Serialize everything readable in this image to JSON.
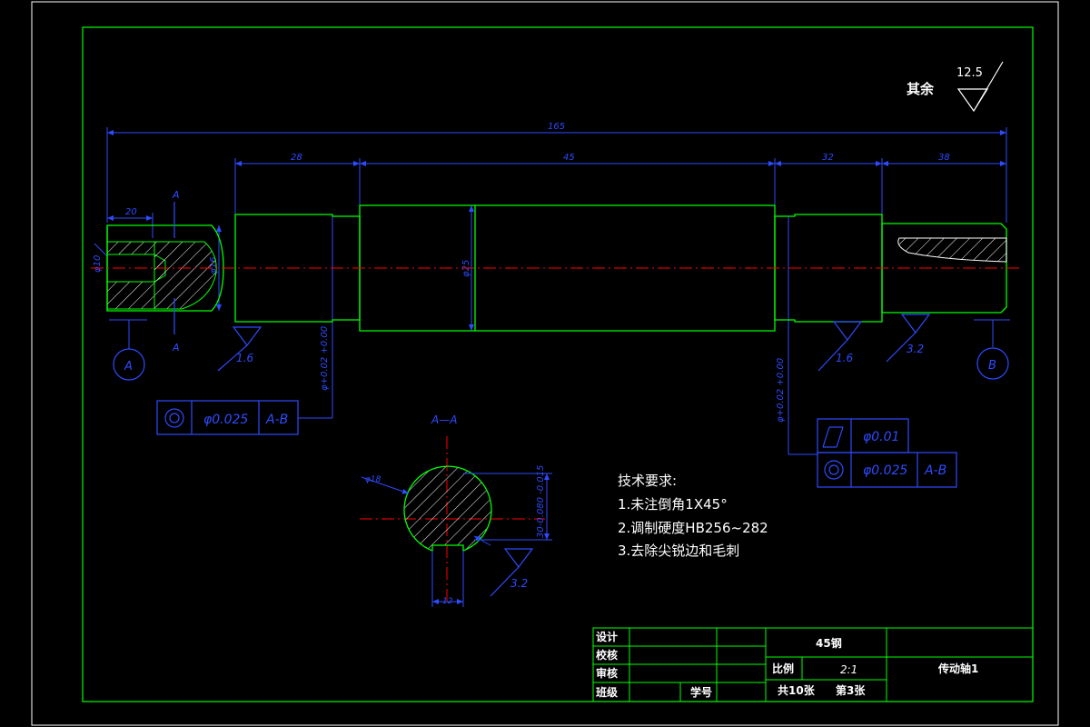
{
  "roughness": {
    "label": "其余",
    "value": "12.5"
  },
  "dimensions": {
    "overall": "165",
    "left_step": "28",
    "middle": "45",
    "right_step1": "32",
    "right_step2": "38",
    "left_end": "20",
    "section_width": "12",
    "section_phi": "φ18",
    "section_depth": "30-0.080 -0.015",
    "left_dia": "φ16",
    "main_dia": "φ25",
    "tol_left": "φ+0.02 +0.00",
    "tol_right": "φ+0.02 +0.00",
    "end_dia": "φ10"
  },
  "section": {
    "title": "A—A",
    "cut_top": "A",
    "cut_bottom": "A"
  },
  "datums": {
    "a": "A",
    "b": "B"
  },
  "surface_finish": {
    "left": "1.6",
    "right_mid": "1.6",
    "right_end": "3.2",
    "section": "3.2"
  },
  "tolerance_frames": {
    "left": {
      "value": "φ0.025",
      "datum": "A-B"
    },
    "right_top": {
      "value": "φ0.01"
    },
    "right_bottom": {
      "value": "φ0.025",
      "datum": "A-B"
    }
  },
  "notes": {
    "title": "技术要求:",
    "items": [
      "1.未注倒角1X45°",
      "2.调制硬度HB256~282",
      "3.去除尖锐边和毛刺"
    ]
  },
  "title_block": {
    "design": "设计",
    "check": "校核",
    "review": "审核",
    "class": "班级",
    "student_id": "学号",
    "material": "45钢",
    "scale_label": "比例",
    "scale_value": "2:1",
    "part_name": "传动轴1",
    "total_sheets": "共10张",
    "sheet_no": "第3张"
  },
  "colors": {
    "frame": "#00ff00",
    "dimension": "#2e4bff",
    "centerline": "#ff0000",
    "text": "#ffffff",
    "background": "#000000"
  }
}
